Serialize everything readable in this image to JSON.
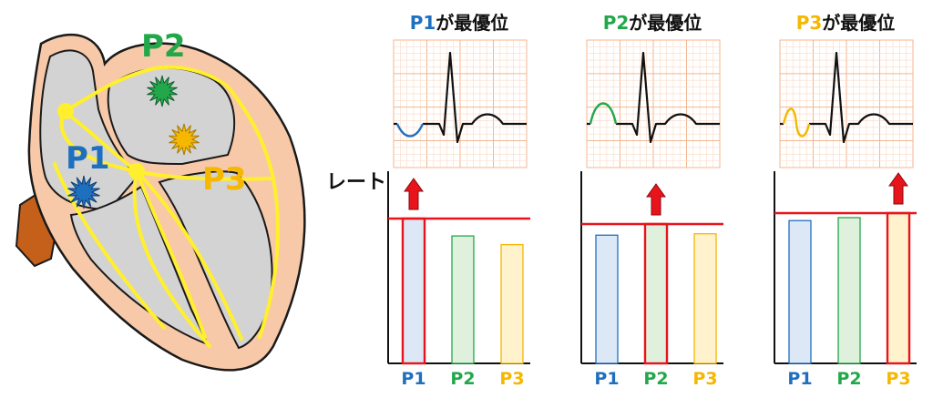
{
  "heart": {
    "labels": [
      "P1",
      "P2",
      "P3"
    ],
    "colors": [
      "#1f6fbf",
      "#22a84a",
      "#f5b700"
    ]
  },
  "y_axis_label": "レート",
  "panels": [
    {
      "title": {
        "pacer": "P1",
        "suffix": "が最優位"
      },
      "chart_data": {
        "type": "bar",
        "categories": [
          "P1",
          "P2",
          "P3"
        ],
        "values": [
          100,
          88,
          82
        ],
        "highlight": "P1",
        "threshold": 100
      }
    },
    {
      "title": {
        "pacer": "P2",
        "suffix": "が最優位"
      },
      "chart_data": {
        "type": "bar",
        "categories": [
          "P1",
          "P2",
          "P3"
        ],
        "values": [
          92,
          100,
          93
        ],
        "highlight": "P2",
        "threshold": 100
      }
    },
    {
      "title": {
        "pacer": "P3",
        "suffix": "が最優位"
      },
      "chart_data": {
        "type": "bar",
        "categories": [
          "P1",
          "P2",
          "P3"
        ],
        "values": [
          95,
          97,
          100
        ],
        "highlight": "P3",
        "threshold": 100
      }
    }
  ],
  "colors": {
    "P1": "#1f6fbf",
    "P2": "#22a84a",
    "P3": "#f5b700",
    "P1_fill": "#dce8f6",
    "P2_fill": "#dff0dc",
    "P3_fill": "#fff2cc",
    "red": "#e8141b",
    "grid": "#f4b68f",
    "grid_minor": "#fbd9c4"
  }
}
